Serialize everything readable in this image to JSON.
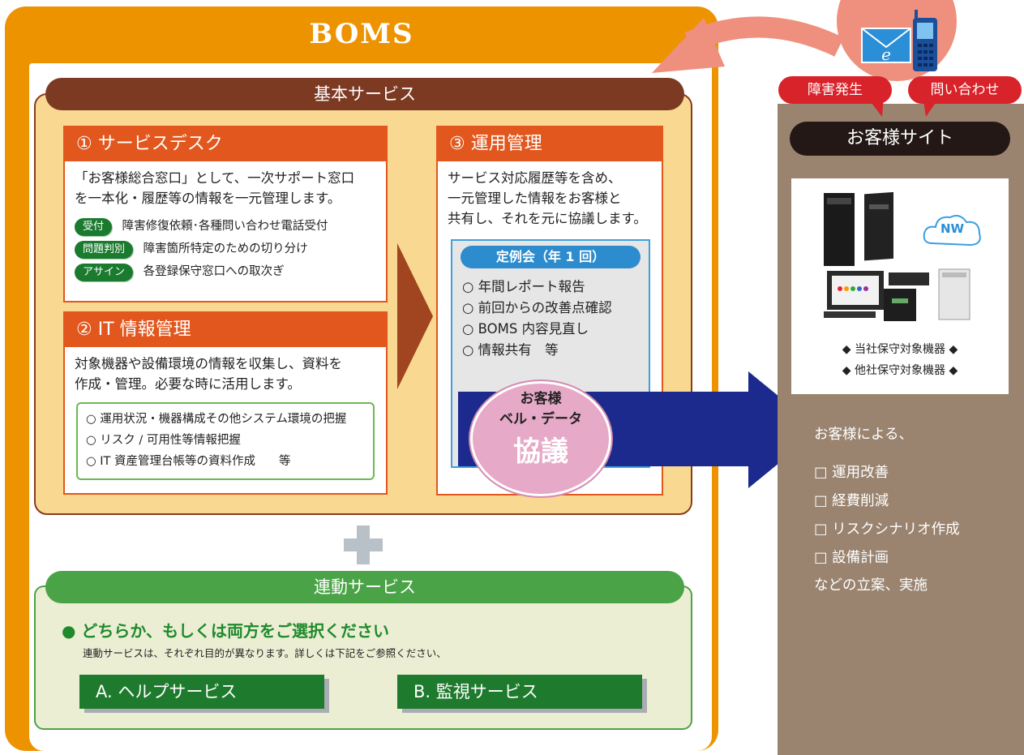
{
  "boms": {
    "title": "BOMS"
  },
  "basic": {
    "header": "基本サービス",
    "service_desk": {
      "title": "① サービスデスク",
      "desc1": "「お客様総合窓口」として、一次サポート窓口",
      "desc2": "を一本化・履歴等の情報を一元管理します。",
      "tags": [
        {
          "label": "受付",
          "text": "障害修復依頼･各種問い合わせ電話受付"
        },
        {
          "label": "問題判別",
          "text": "障害箇所特定のための切り分け"
        },
        {
          "label": "アサイン",
          "text": "各登録保守窓口への取次ぎ"
        }
      ]
    },
    "it_info": {
      "title": "② IT 情報管理",
      "desc1": "対象機器や設備環境の情報を収集し、資料を",
      "desc2": "作成・管理。必要な時に活用します。",
      "items": [
        "○ 運用状況・機器構成その他システム環境の把握",
        "○ リスク / 可用性等情報把握",
        "○ IT 資産管理台帳等の資料作成　　等"
      ]
    },
    "operation": {
      "title": "③ 運用管理",
      "desc1": "サービス対応履歴等を含め、",
      "desc2": "一元管理した情報をお客様と",
      "desc3": "共有し、それを元に協議します。",
      "meeting_title": "定例会（年 1 回）",
      "meeting_items": [
        "○ 年間レポート報告",
        "○ 前回からの改善点確認",
        "○ BOMS 内容見直し",
        "○ 情報共有　等"
      ]
    },
    "consult": {
      "line1": "お客様",
      "line2": "ベル・データ",
      "big": "協議"
    }
  },
  "linkage": {
    "header": "連動サービス",
    "headline": "● どちらか、もしくは両方をご選択ください",
    "sub": "連動サービスは、それぞれ目的が異なります。詳しくは下記をご参照ください、",
    "button_a": "A. ヘルプサービス",
    "button_b": "B. 監視サービス"
  },
  "customer": {
    "failure_label": "障害発生",
    "inquiry_label": "問い合わせ",
    "header": "お客様サイト",
    "network_label": "NW",
    "equip1": "◆ 当社保守対象機器 ◆",
    "equip2": "◆ 他社保守対象機器 ◆",
    "intro": "お客様による、",
    "items": [
      "□ 運用改善",
      "□ 経費削減",
      "□ リスクシナリオ作成",
      "□ 設備計画"
    ],
    "outro": "などの立案、実施"
  },
  "colors": {
    "frame_orange": "#ee9300",
    "brown": "#7d3a22",
    "service_orange": "#e2571d",
    "green": "#4aa346",
    "navy_arrow": "#1b2a8c",
    "customer_brown": "#9a8470"
  }
}
